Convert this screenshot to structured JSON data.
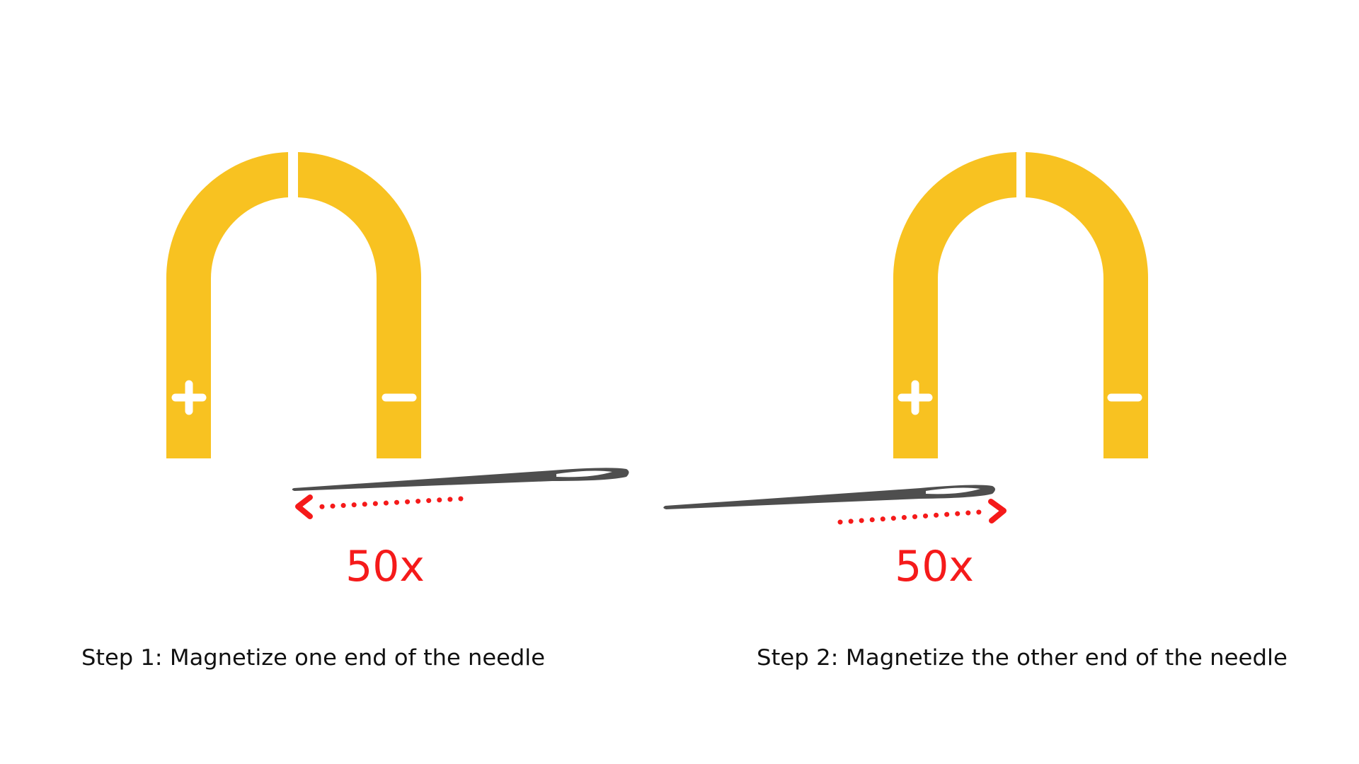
{
  "colors": {
    "magnet": "#F8C221",
    "needle": "#4E4E4E",
    "arrow": "#F51A1A",
    "caption_text": "#111111",
    "background": "#FFFFFF"
  },
  "steps": [
    {
      "count_label": "50x",
      "caption": "Step 1: Magnetize one end of the needle",
      "positive_pole_symbol": "+",
      "negative_pole_symbol": "−",
      "arrow_direction": "left"
    },
    {
      "count_label": "50x",
      "caption": "Step 2: Magnetize the other end of the needle",
      "positive_pole_symbol": "+",
      "negative_pole_symbol": "−",
      "arrow_direction": "right"
    }
  ]
}
